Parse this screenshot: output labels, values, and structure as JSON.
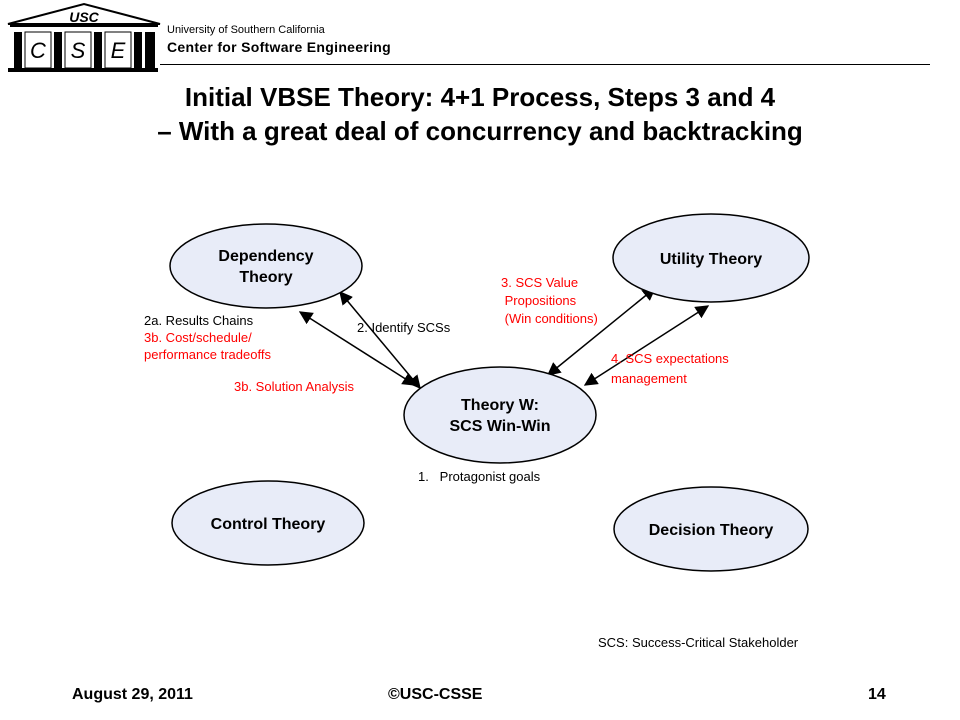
{
  "header": {
    "logo_top": "USC",
    "logo_letters": [
      "C",
      "S",
      "E"
    ],
    "university": "University of Southern California",
    "center": "Center for Software Engineering"
  },
  "title": {
    "line1": "Initial VBSE Theory: 4+1 Process, Steps 3 and 4",
    "line2": "– With a great deal of concurrency and backtracking"
  },
  "nodes": {
    "dependency": [
      "Dependency",
      "Theory"
    ],
    "utility": [
      "Utility Theory"
    ],
    "theory_w": [
      "Theory W:",
      "SCS Win-Win"
    ],
    "control": [
      "Control Theory"
    ],
    "decision": [
      "Decision Theory"
    ]
  },
  "labels": {
    "results_chains": "2a. Results Chains",
    "cost_schedule": [
      "3b. Cost/schedule/",
      "performance tradeoffs"
    ],
    "identify_scss": "2. Identify SCSs",
    "solution_analysis": "3b. Solution Analysis",
    "scs_value": [
      "3. SCS Value",
      " Propositions",
      " (Win conditions)"
    ],
    "scs_expectations": [
      "4. SCS expectations",
      "management"
    ],
    "protagonist": "1.   Protagonist goals",
    "legend": "SCS: Success-Critical Stakeholder"
  },
  "colors": {
    "ellipse_fill": "#e8ecf8",
    "red_label": "#ff0000",
    "logo_box": "#000000"
  },
  "footer": {
    "date": "August 29, 2011",
    "copyright": "©USC-CSSE",
    "page": "14"
  }
}
